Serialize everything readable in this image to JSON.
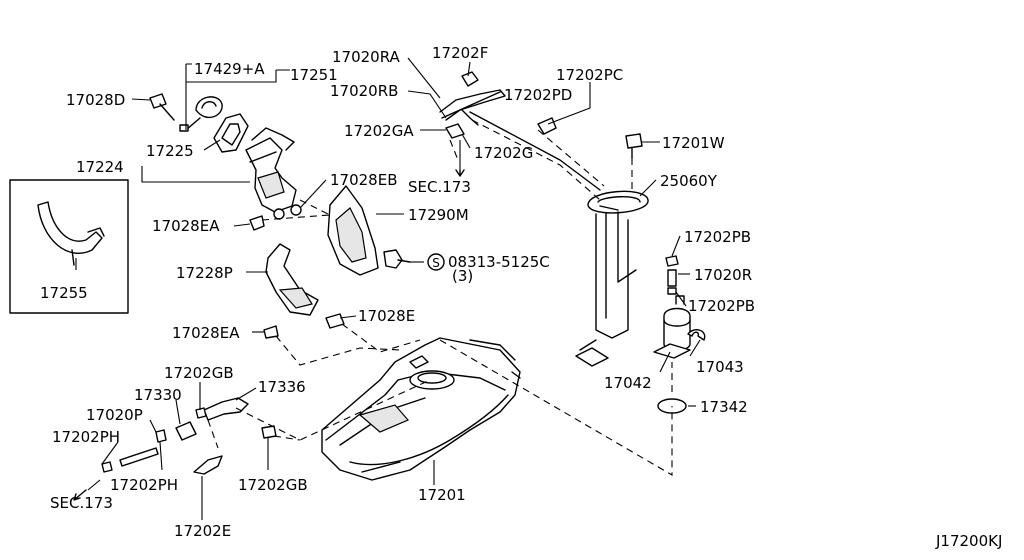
{
  "parts": [
    {
      "id": "p17020RA",
      "text": "17020RA"
    },
    {
      "id": "p17202F",
      "text": "17202F"
    },
    {
      "id": "p17202PC",
      "text": "17202PC"
    },
    {
      "id": "p17020RB",
      "text": "17020RB"
    },
    {
      "id": "p17202PD",
      "text": "17202PD"
    },
    {
      "id": "p17429A",
      "text": "17429+A"
    },
    {
      "id": "p17251",
      "text": "17251"
    },
    {
      "id": "p17028D",
      "text": "17028D"
    },
    {
      "id": "p17202GA",
      "text": "17202GA"
    },
    {
      "id": "p17202G",
      "text": "17202G"
    },
    {
      "id": "p17201W",
      "text": "17201W"
    },
    {
      "id": "p17225",
      "text": "17225"
    },
    {
      "id": "p17224",
      "text": "17224"
    },
    {
      "id": "p17028EB",
      "text": "17028EB"
    },
    {
      "id": "sec173a",
      "text": "SEC.173"
    },
    {
      "id": "p25060Y",
      "text": "25060Y"
    },
    {
      "id": "p17290M",
      "text": "17290M"
    },
    {
      "id": "p17028EA1",
      "text": "17028EA"
    },
    {
      "id": "p17202PB1",
      "text": "17202PB"
    },
    {
      "id": "bolt",
      "text": "08313-5125C"
    },
    {
      "id": "boltqty",
      "text": "(3)"
    },
    {
      "id": "p17228P",
      "text": "17228P"
    },
    {
      "id": "p17020R",
      "text": "17020R"
    },
    {
      "id": "p17255",
      "text": "17255"
    },
    {
      "id": "p17202PB2",
      "text": "17202PB"
    },
    {
      "id": "p17028E",
      "text": "17028E"
    },
    {
      "id": "p17028EA2",
      "text": "17028EA"
    },
    {
      "id": "p17202GB1",
      "text": "17202GB"
    },
    {
      "id": "p17043",
      "text": "17043"
    },
    {
      "id": "p17042",
      "text": "17042"
    },
    {
      "id": "p17330",
      "text": "17330"
    },
    {
      "id": "p17336",
      "text": "17336"
    },
    {
      "id": "p17342",
      "text": "17342"
    },
    {
      "id": "p17020P",
      "text": "17020P"
    },
    {
      "id": "p17202PH1",
      "text": "17202PH"
    },
    {
      "id": "p17202PH2",
      "text": "17202PH"
    },
    {
      "id": "p17202GB2",
      "text": "17202GB"
    },
    {
      "id": "p17201",
      "text": "17201"
    },
    {
      "id": "sec173b",
      "text": "SEC.173"
    },
    {
      "id": "p17202E",
      "text": "17202E"
    },
    {
      "id": "code",
      "text": "J17200KJ"
    }
  ],
  "symbols": {
    "s_mark": "S"
  }
}
